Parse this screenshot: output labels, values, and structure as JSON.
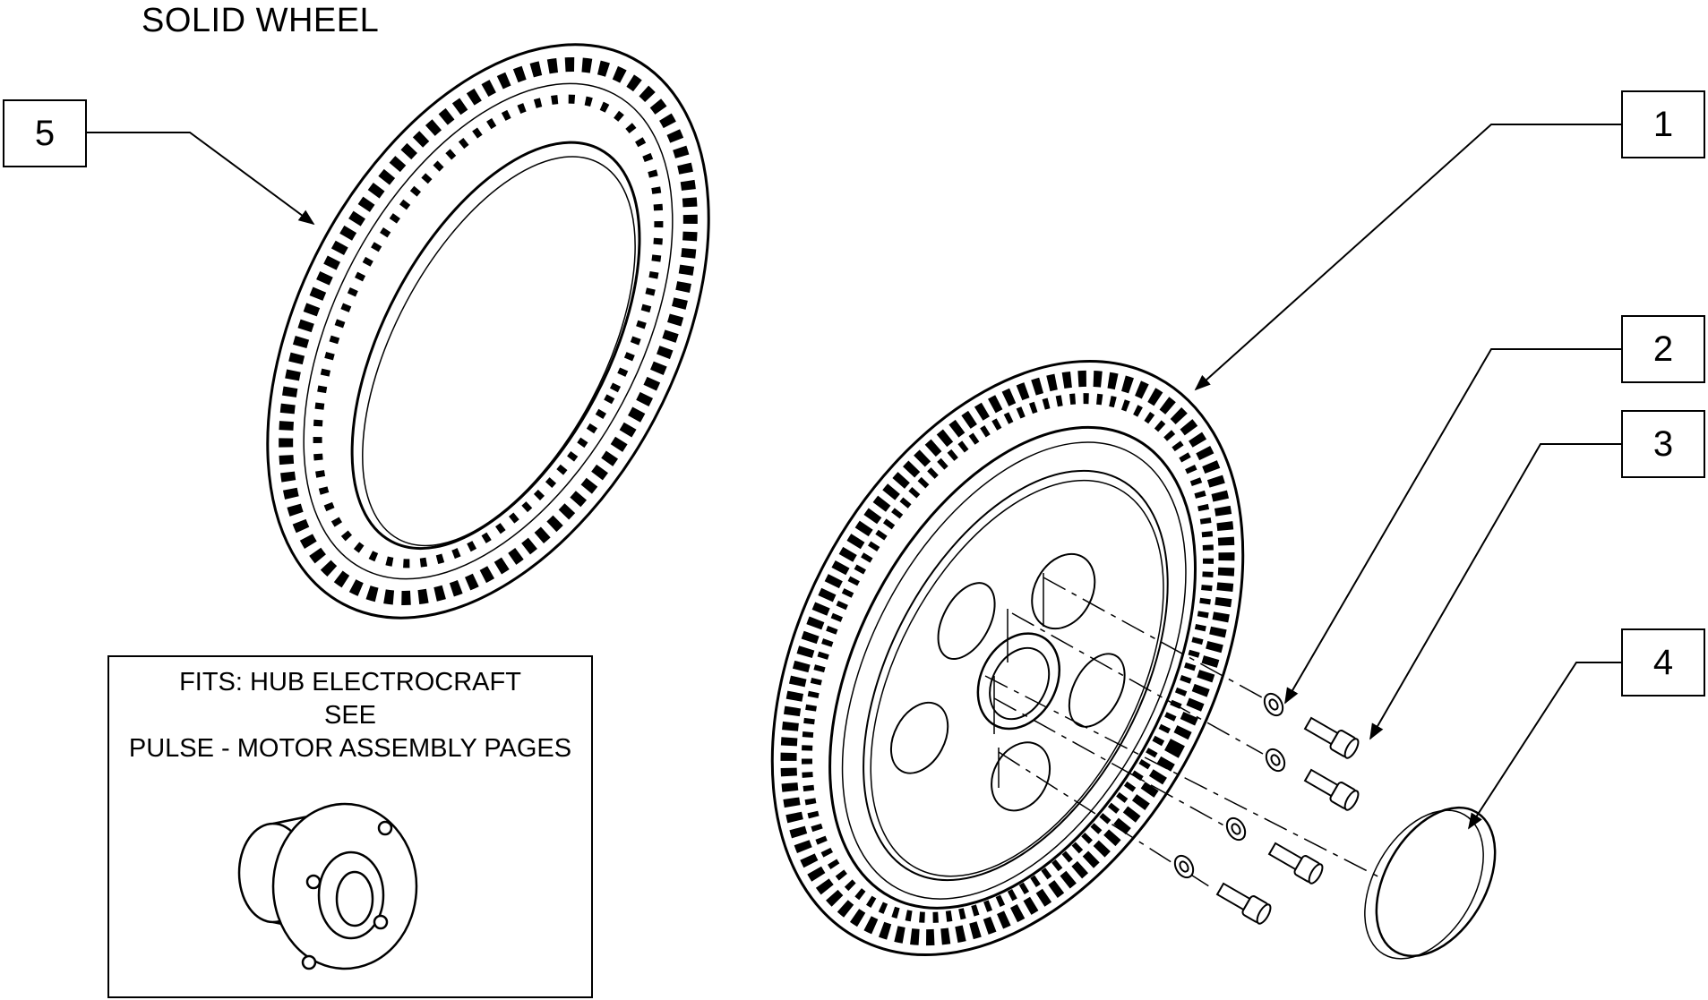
{
  "title": "SOLID WHEEL",
  "callouts": [
    {
      "id": "5",
      "label": "5"
    },
    {
      "id": "1",
      "label": "1"
    },
    {
      "id": "2",
      "label": "2"
    },
    {
      "id": "3",
      "label": "3"
    },
    {
      "id": "4",
      "label": "4"
    }
  ],
  "note": {
    "line1": "FITS: HUB ELECTROCRAFT",
    "line2": "SEE",
    "line3": "PULSE - MOTOR ASSEMBLY PAGES"
  },
  "parts": {
    "tire": "tire-icon",
    "wheel_assembly": "wheel-assembly-icon",
    "washer": "washer-icon",
    "bolt": "bolt-icon",
    "hub_cap": "hub-cap-icon",
    "motor_hub": "motor-hub-icon"
  },
  "colors": {
    "line": "#000000",
    "background": "#ffffff"
  }
}
